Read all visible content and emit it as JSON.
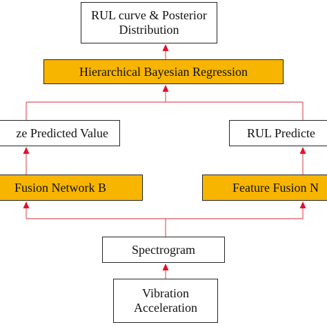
{
  "nodes": {
    "rul_curve": {
      "line1": "RUL curve & Posterior",
      "line2": "Distribution"
    },
    "hbr": {
      "label": "Hierarchical Bayesian Regression"
    },
    "left_pred": {
      "label": "ze Predicted Value"
    },
    "right_pred": {
      "label": "RUL Predicte"
    },
    "left_fusion": {
      "label": "Fusion Network B"
    },
    "right_fusion": {
      "label": "Feature Fusion N"
    },
    "spectrogram": {
      "label": "Spectrogram"
    },
    "vibration": {
      "line1": "Vibration",
      "line2": "Acceleration"
    }
  },
  "colors": {
    "gold_fill": "#f7b500",
    "connector": "#e0707a",
    "arrowhead": "#e3102a"
  }
}
